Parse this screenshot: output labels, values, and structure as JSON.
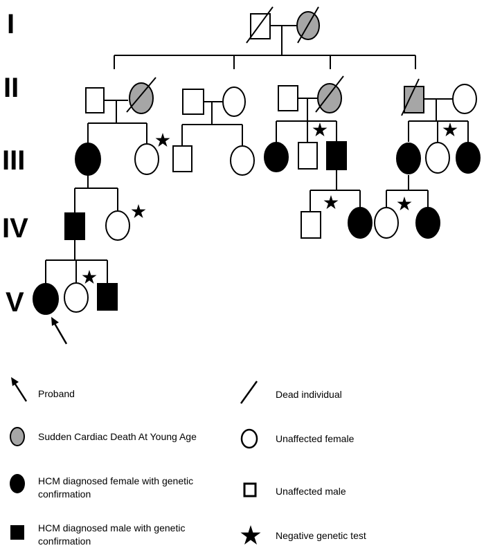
{
  "generations": [
    "I",
    "II",
    "III",
    "IV",
    "V"
  ],
  "legend": {
    "proband": "Proband",
    "dead": "Dead individual",
    "scd": "Sudden Cardiac Death At Young Age",
    "unaffected_female": "Unaffected female",
    "hcm_female_line1": "HCM diagnosed female with genetic",
    "hcm_female_line2": "confirmation",
    "unaffected_male": "Unaffected male",
    "hcm_male_line1": "HCM diagnosed male with genetic",
    "hcm_male_line2": "confirmation",
    "negative_test": "Negative genetic test"
  },
  "colors": {
    "scd_fill": "#a6a6a6",
    "affected_fill": "#000000",
    "unaffected_fill": "#ffffff"
  }
}
